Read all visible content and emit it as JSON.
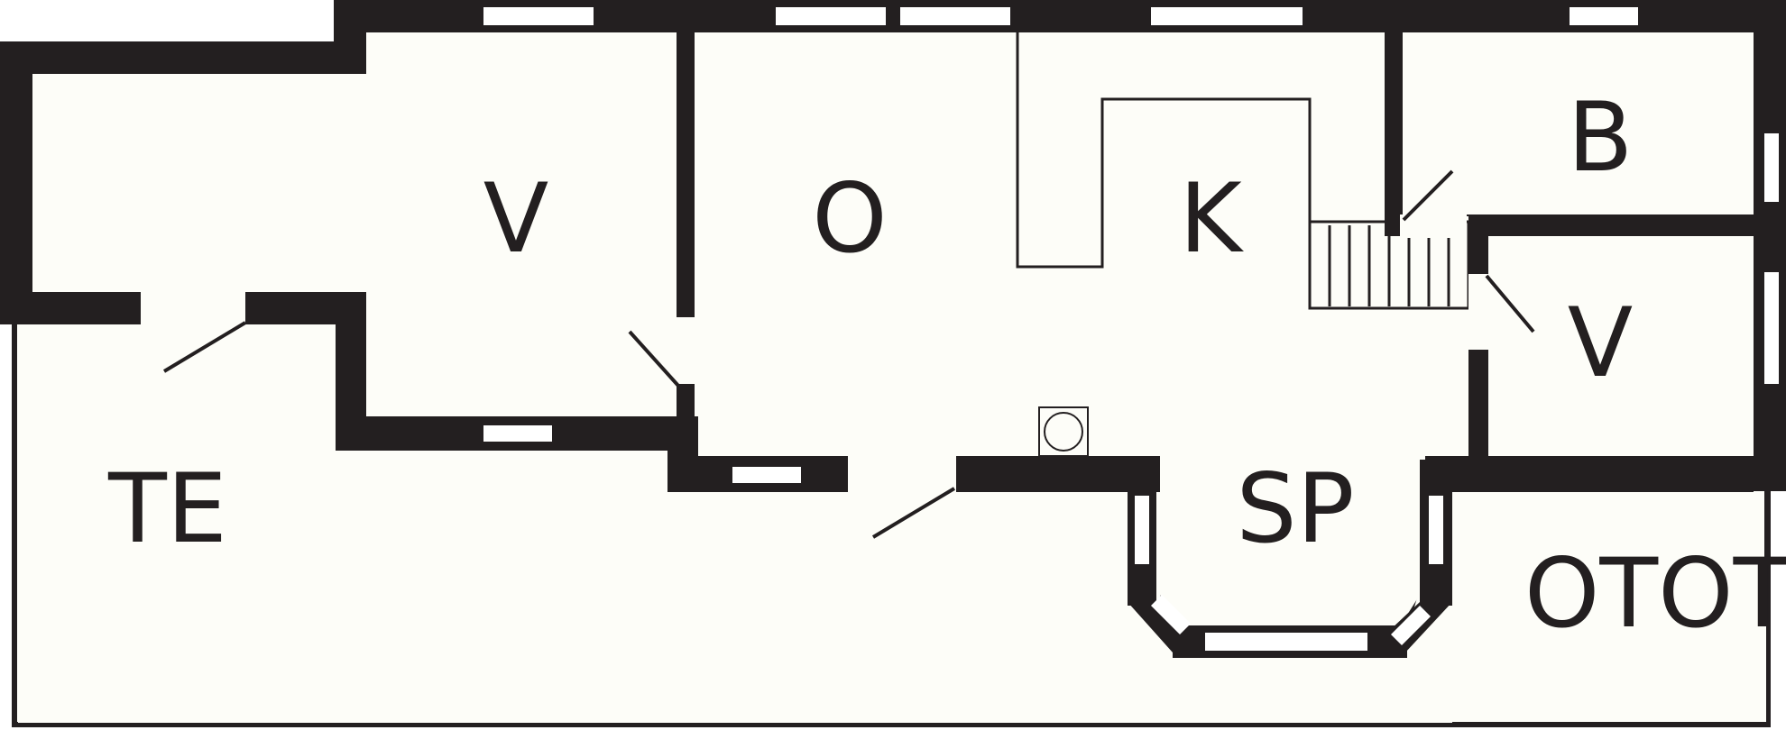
{
  "plan": {
    "rooms": {
      "v_left": "V",
      "o": "O",
      "k": "K",
      "b": "B",
      "v_right": "V",
      "te": "TE",
      "sp": "SP",
      "otot": "OTOT"
    },
    "colors": {
      "wall": "#231f20",
      "floor": "#fdfdf8",
      "window": "#ffffff",
      "background": "#ffffff"
    }
  }
}
